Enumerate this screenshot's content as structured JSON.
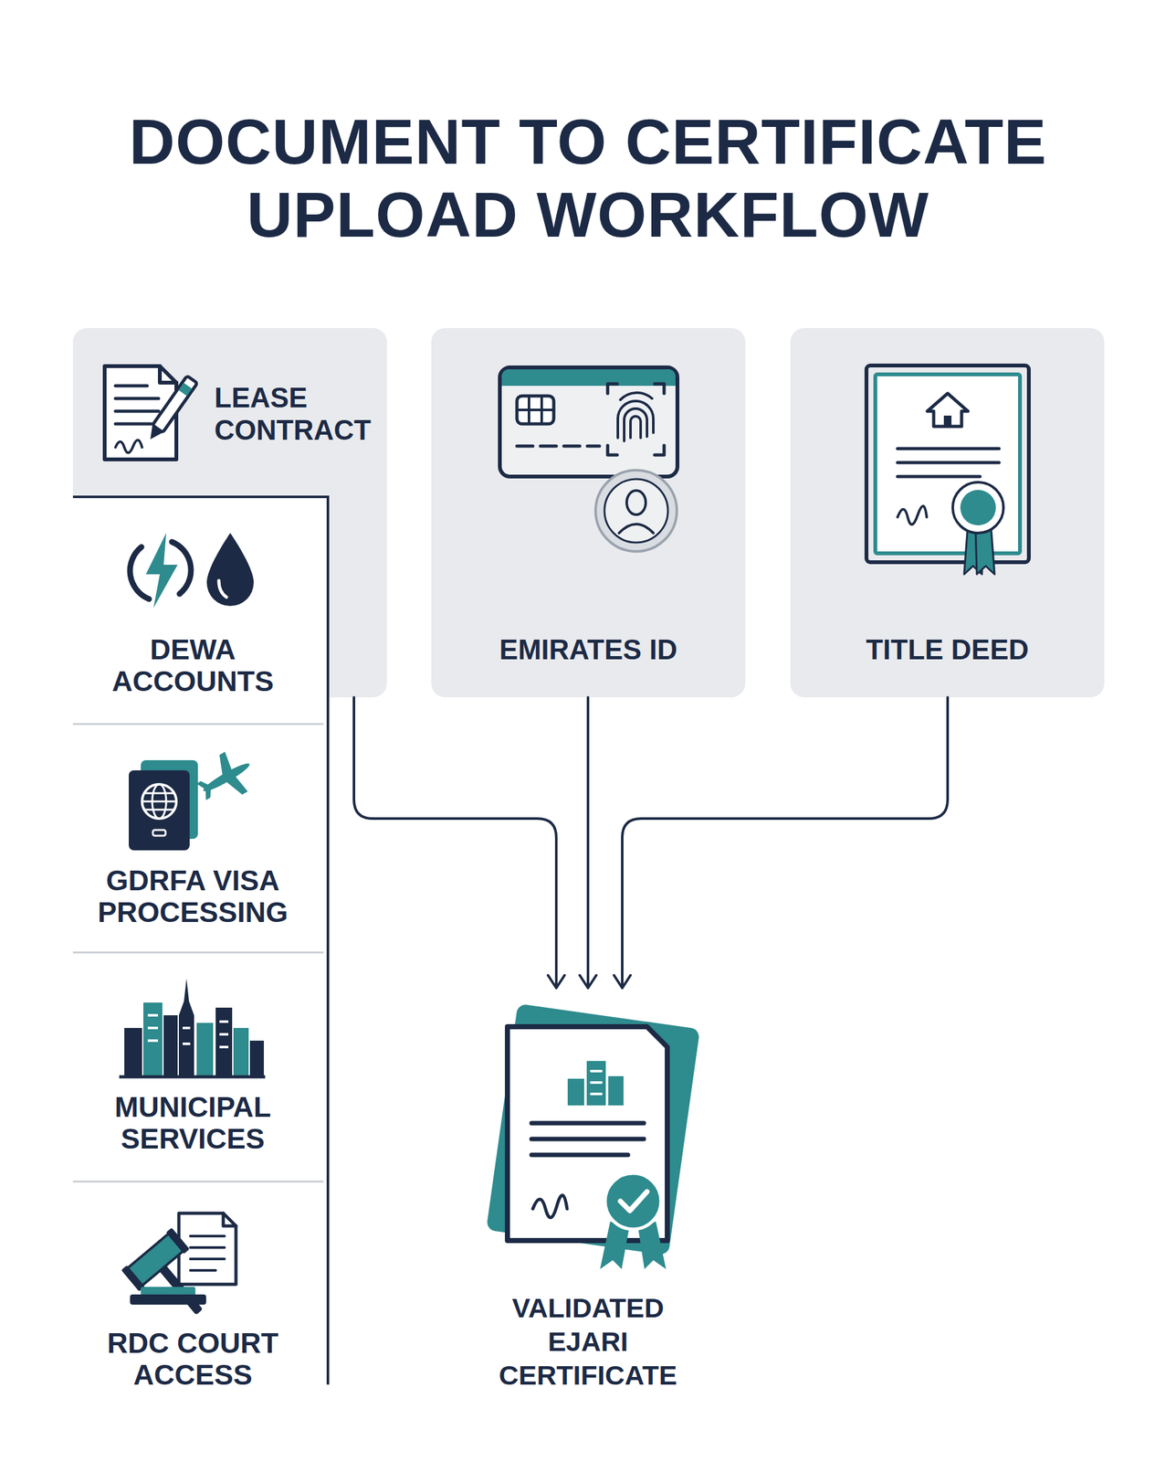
{
  "diagram": {
    "title": "DOCUMENT TO CERTIFICATE UPLOAD WORKFLOW",
    "nodes": [
      {
        "text": [
          "LEASE CONTRACT"
        ]
      },
      {
        "text": [
          "EMIRATES ID"
        ]
      },
      {
        "text": [
          "TITLE DEED"
        ]
      },
      {
        "text": [
          "DEWA ACCOUNTS"
        ]
      },
      {
        "text": [
          "GDRFA VISA PROCESSING"
        ]
      },
      {
        "text": [
          "MUNICIPAL SERVICES"
        ]
      },
      {
        "text": [
          "RDC COURT ACCESS"
        ]
      },
      {
        "text": [
          "VALIDATED EJARI CERTIFICATE"
        ]
      }
    ],
    "edges": [
      {
        "from": 0,
        "to": 7,
        "arrow": "to"
      },
      {
        "from": 1,
        "to": 7,
        "arrow": "to"
      },
      {
        "from": 2,
        "to": 7,
        "arrow": "to"
      }
    ]
  }
}
